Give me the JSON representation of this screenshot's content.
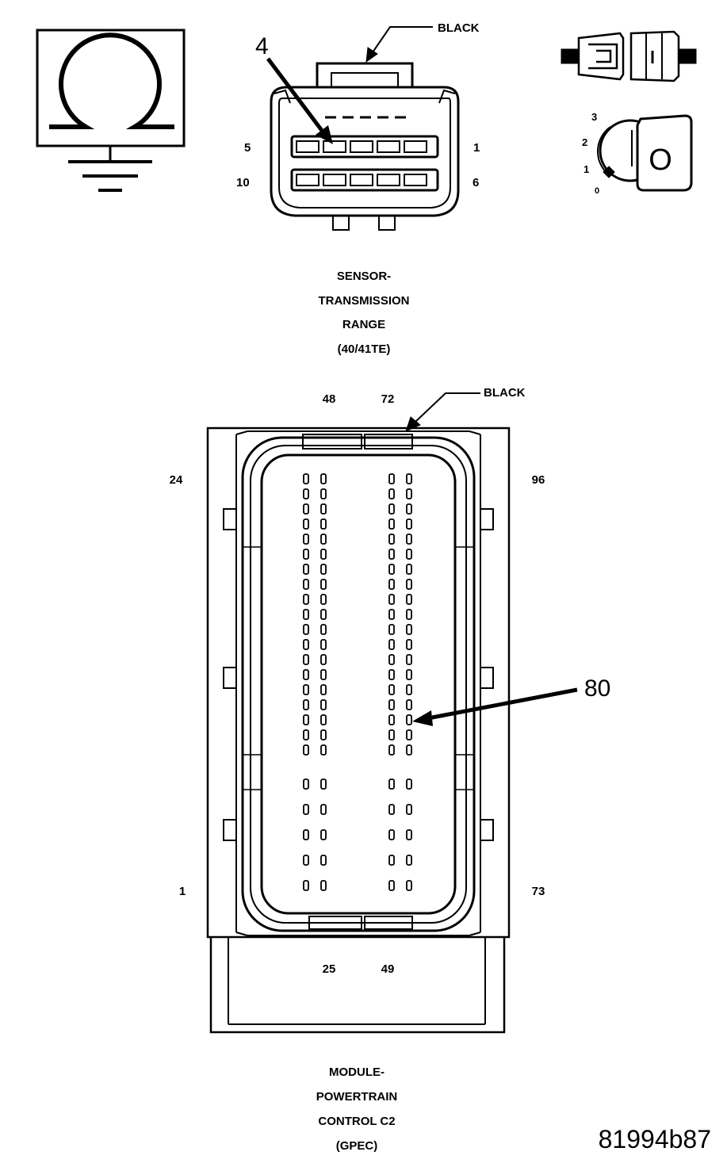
{
  "ohmmeter_icon": {
    "name": "ohmmeter-icon",
    "symbol": "Ω"
  },
  "key_icon": {
    "name": "ignition-key-icon",
    "positions": [
      "3",
      "2",
      "1",
      "0"
    ],
    "key_letter": "O"
  },
  "probe_icon": {
    "name": "test-probe-icon"
  },
  "sensor_connector": {
    "color_label": "BLACK",
    "callout_pin": "4",
    "pin_labels": {
      "top_left": "5",
      "top_right": "1",
      "bottom_left": "10",
      "bottom_right": "6"
    },
    "caption": [
      "SENSOR-",
      "TRANSMISSION",
      "RANGE",
      "(40/41TE)"
    ]
  },
  "pcm_connector": {
    "color_label": "BLACK",
    "callout_pin": "80",
    "pin_labels": {
      "top_a": "48",
      "top_b": "72",
      "left_top": "24",
      "right_top": "96",
      "left_bottom": "1",
      "right_bottom": "73",
      "bottom_a": "25",
      "bottom_b": "49"
    },
    "caption": [
      "MODULE-",
      "POWERTRAIN",
      "CONTROL C2",
      "(GPEC)"
    ]
  },
  "doc_id": "81994b87"
}
